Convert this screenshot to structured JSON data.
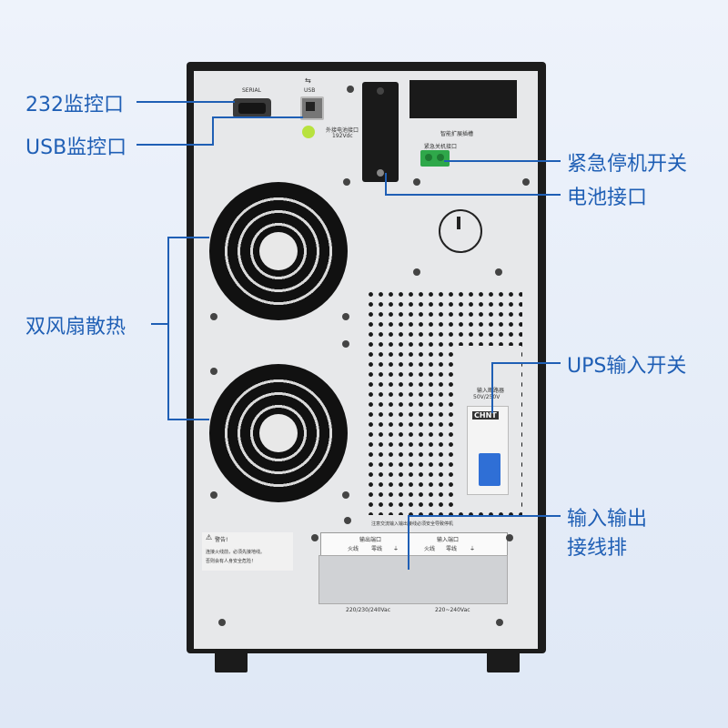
{
  "callouts": {
    "rs232": "232监控口",
    "usb": "USB监控口",
    "emergency_stop": "紧急停机开关",
    "battery": "电池接口",
    "dual_fans": "双风扇散热",
    "ups_input_switch": "UPS输入开关",
    "io_terminal_line1": "输入输出",
    "io_terminal_line2": "接线排"
  },
  "panel_labels": {
    "serial": "SERIAL",
    "usb": "USB",
    "ext_battery": "外接电池接口",
    "ext_battery_volt": "192Vdc",
    "smart_slot": "智能扩展插槽",
    "epo": "紧急关机接口",
    "input_breaker": "输入断路器",
    "breaker_rating": "50V/250V",
    "breaker_brand": "CHNT",
    "warning_title": "警告!",
    "warning_line1": "连接火线前，必须先接地线。",
    "warning_line2": "否则会有人身安全危险！",
    "terminal_note": "注意交流输入输出接线必须安全导致停机",
    "output_label": "输出端口",
    "input_label": "输入端口",
    "live": "火线",
    "neutral": "零线",
    "ground": "⏚",
    "output_voltage": "220/230/240Vac",
    "input_voltage": "220~240Vac"
  },
  "colors": {
    "accent": "#1f5fb5",
    "chassis": "#1c1c1c",
    "panel": "#e9eaec",
    "terminal_green": "#2fa84a",
    "breaker_blue": "#2f6fd6"
  },
  "icons": [
    "fan-icon",
    "power-switch-icon",
    "warning-icon",
    "usb-icon"
  ]
}
